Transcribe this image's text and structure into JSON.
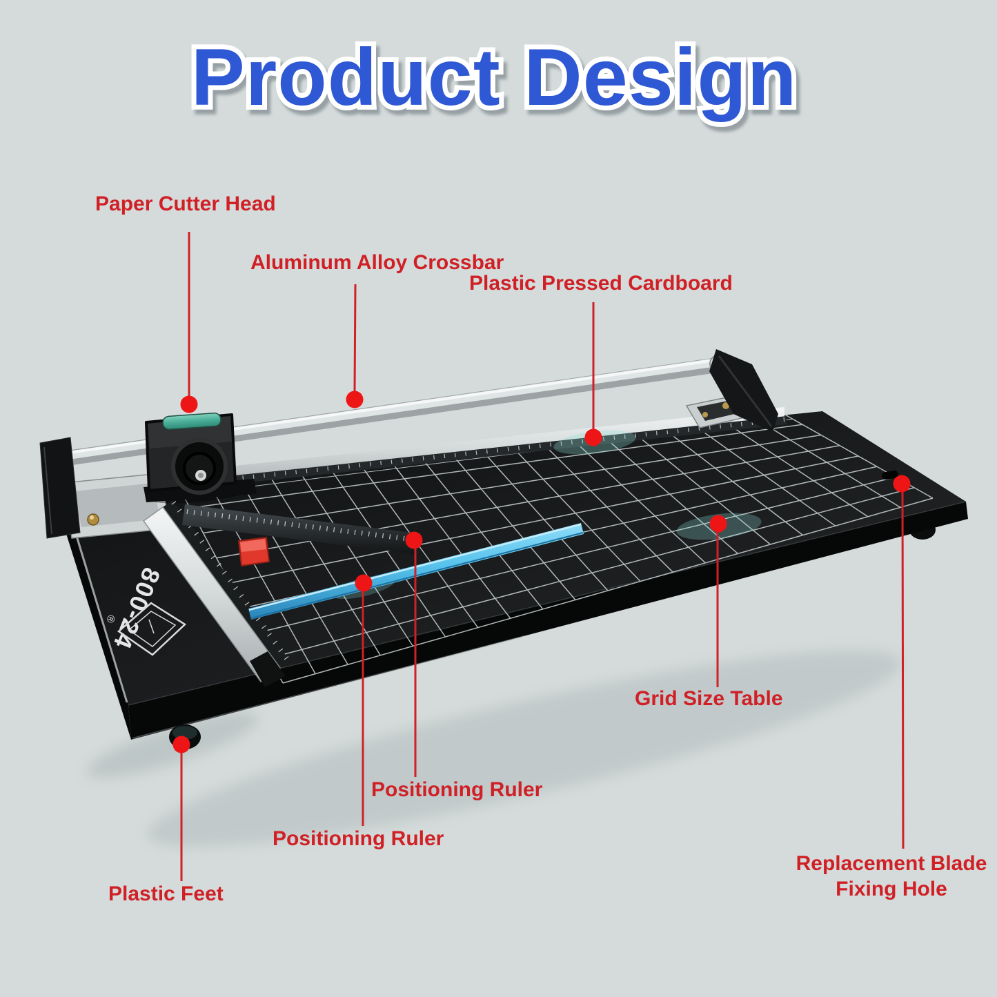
{
  "title": {
    "text": "Product Design"
  },
  "colors": {
    "background": "#d4dbda",
    "title_blue": "#2f58d5",
    "title_outline": "#ffffff",
    "label_red": "#d02026",
    "leader_line_red": "#cf2127",
    "dot_red": "#ed1515",
    "board_black": "#17191a",
    "grid_line": "#c9d1d1",
    "blue_ruler": "#5fc8ef",
    "teal_button": "#49ad97"
  },
  "product": {
    "model": "800-24",
    "registered": "®"
  },
  "annotations": {
    "paper_cutter_head": {
      "label": "Paper Cutter Head"
    },
    "aluminum_alloy_crossbar": {
      "label": "Aluminum Alloy Crossbar"
    },
    "plastic_pressed_cardboard": {
      "label": "Plastic Pressed Cardboard"
    },
    "grid_size_table": {
      "label": "Grid Size Table"
    },
    "positioning_ruler_top": {
      "label": "Positioning Ruler"
    },
    "positioning_ruler_bottom": {
      "label": "Positioning Ruler"
    },
    "plastic_feet": {
      "label": "Plastic Feet"
    },
    "replacement_blade_fixing_hole": {
      "label_line1": "Replacement Blade",
      "label_line2": "Fixing Hole"
    }
  }
}
